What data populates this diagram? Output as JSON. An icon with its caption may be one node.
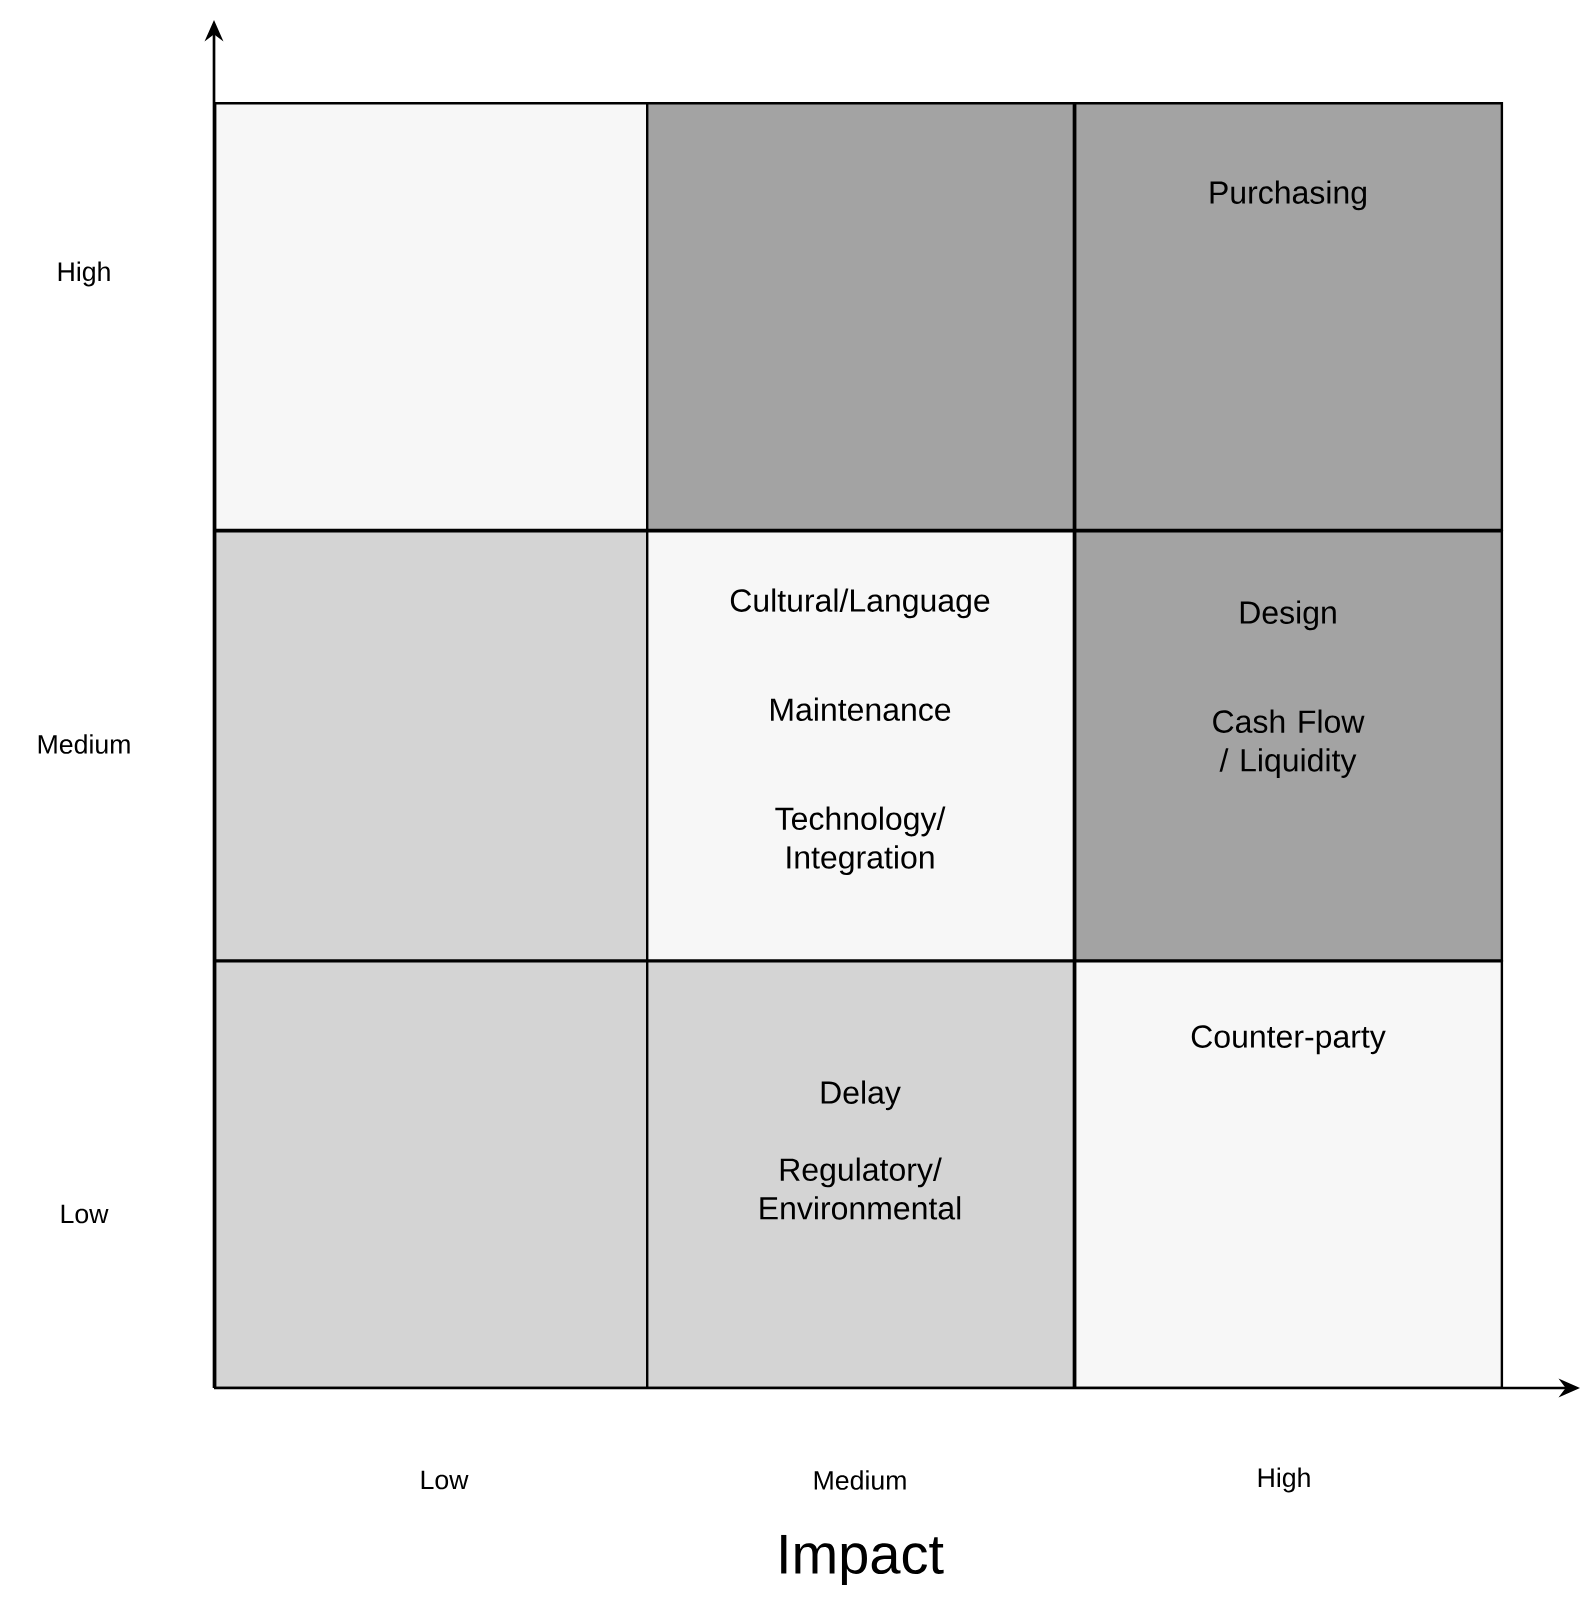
{
  "diagram": {
    "nodes": [
      {
        "text": [],
        "shape": "box"
      },
      {
        "text": [],
        "shape": "box"
      },
      {
        "text": [
          "Purchasing"
        ]
      },
      {
        "text": [],
        "shape": "box"
      },
      {
        "text": [
          "Cultural/Language",
          "Maintenance",
          "Technology/ Integration"
        ]
      },
      {
        "text": [
          "Design",
          "Cash Flow / Liquidity"
        ]
      },
      {
        "text": [],
        "shape": "box"
      },
      {
        "text": [
          "Delay",
          "Regulatory/ Environmental"
        ]
      },
      {
        "text": [
          "Counter-party"
        ]
      }
    ],
    "labels": [
      "High",
      "Medium",
      "Low",
      "Low",
      "Medium",
      "High",
      "Impact"
    ]
  }
}
